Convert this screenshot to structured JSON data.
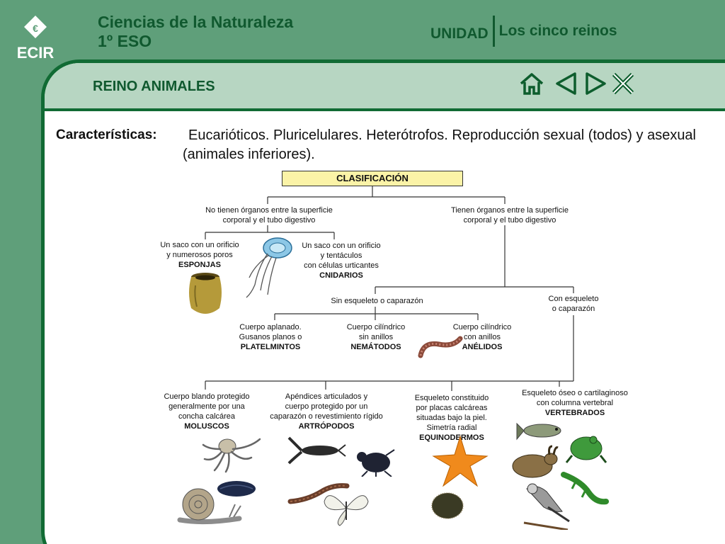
{
  "header": {
    "logo_text": "ECIR",
    "title_line1": "Ciencias de la Naturaleza",
    "title_line2": "1º ESO",
    "unit_label": "UNIDAD",
    "unit_name": "Los cinco reinos"
  },
  "section": {
    "title": "REINO ANIMALES"
  },
  "nav": [
    "home-icon",
    "back-icon",
    "forward-icon",
    "close-icon"
  ],
  "characteristics": {
    "label": "Características:",
    "text": "Eucarióticos. Pluricelulares. Heterótrofos. Reproducción sexual (todos) y asexual (animales inferiores)."
  },
  "classification": {
    "title": "CLASIFICACIÓN",
    "no_organs": [
      "No tienen órganos entre la superficie",
      "corporal y el tubo digestivo"
    ],
    "organs": [
      "Tienen órganos entre la superficie",
      "corporal y el tubo digestivo"
    ],
    "esponjas": {
      "lines": [
        "Un saco con un orificio",
        "y numerosos poros"
      ],
      "name": "ESPONJAS"
    },
    "cnidarios": {
      "lines": [
        "Un saco con un orificio",
        "y tentáculos",
        "con células urticantes"
      ],
      "name": "CNIDARIOS"
    },
    "sin_esqueleto": "Sin esqueleto o caparazón",
    "con_esqueleto": [
      "Con esqueleto",
      "o caparazón"
    ],
    "platelmintos": {
      "lines": [
        "Cuerpo aplanado.",
        "Gusanos planos o"
      ],
      "name": "PLATELMINTOS"
    },
    "nematodos": {
      "lines": [
        "Cuerpo cilíndrico",
        "sin anillos"
      ],
      "name": "NEMÁTODOS"
    },
    "anelidos": {
      "lines": [
        "Cuerpo cilíndrico",
        "con anillos"
      ],
      "name": "ANÉLIDOS"
    },
    "moluscos": {
      "lines": [
        "Cuerpo blando protegido",
        "generalmente por una",
        "concha calcárea"
      ],
      "name": "MOLUSCOS"
    },
    "artropodos": {
      "lines": [
        "Apéndices articulados y",
        "cuerpo protegido por un",
        "caparazón o revestimiento rígido"
      ],
      "name": "ARTRÓPODOS"
    },
    "equinodermos": {
      "lines": [
        "Esqueleto constituido",
        "por placas calcáreas",
        "situadas bajo la piel.",
        "Simetría radial"
      ],
      "name": "EQUINODERMOS"
    },
    "vertebrados": {
      "lines": [
        "Esqueleto óseo o cartilaginoso",
        "con columna vertebral"
      ],
      "name": "VERTEBRADOS"
    }
  },
  "colors": {
    "dark_green": "#116b34",
    "band": "#b7d6c2",
    "background": "#5f9f7a",
    "class_box": "#fbf3a7"
  }
}
